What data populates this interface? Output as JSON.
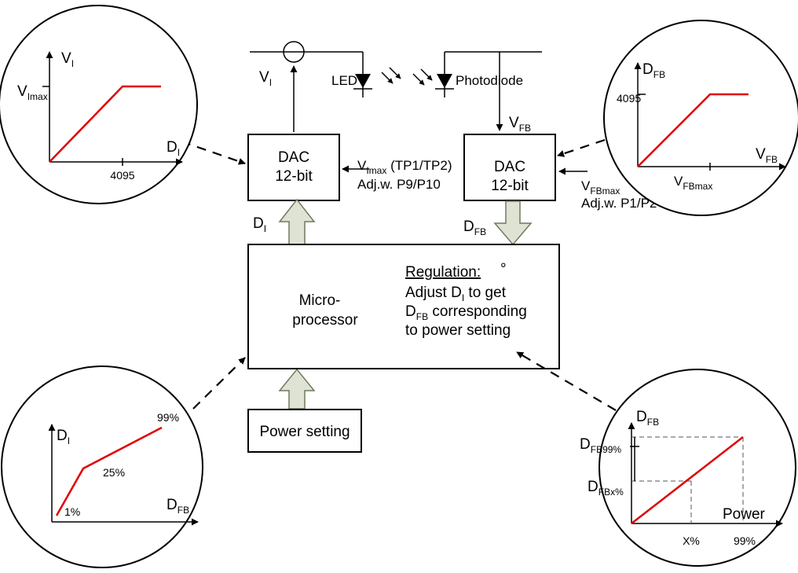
{
  "dac_left": {
    "line1": "DAC",
    "line2": "12-bit"
  },
  "dac_right": {
    "line1": "DAC",
    "line2": "12-bit"
  },
  "microprocessor": {
    "line1": "Micro-",
    "line2": "processor"
  },
  "regulation": {
    "heading": "Regulation:",
    "marker": "°",
    "line1_a": "Adjust D",
    "line1_sub": "I",
    "line1_b": " to get",
    "line2_a": "D",
    "line2_sub": "FB",
    "line2_b": " corresponding",
    "line3": "to power setting"
  },
  "power_setting": "Power setting",
  "led_label": "LED",
  "photodiode_label": "Photodiode",
  "vi_label": {
    "main": "V",
    "sub": "I"
  },
  "vfb_label": {
    "main": "V",
    "sub": "FB"
  },
  "vimax_note": {
    "main": "V",
    "sub": "Imax",
    "rest": " (TP1/TP2)",
    "line2": "Adj.w. P9/P10"
  },
  "vfbmax_note": {
    "main": "V",
    "sub": "FBmax",
    "line2": "Adj.w. P1/P2"
  },
  "di_arrow_label": {
    "main": "D",
    "sub": "I"
  },
  "dfb_arrow_label": {
    "main": "D",
    "sub": "FB"
  },
  "graph_top_left": {
    "y_axis": {
      "main": "V",
      "sub": "I"
    },
    "x_axis": {
      "main": "D",
      "sub": "I"
    },
    "y_mark": {
      "main": "V",
      "sub": "Imax"
    },
    "x_tick": "4095"
  },
  "graph_top_right": {
    "y_axis": {
      "main": "D",
      "sub": "FB"
    },
    "x_axis": {
      "main": "V",
      "sub": "FB"
    },
    "y_tick": "4095",
    "x_mark": {
      "main": "V",
      "sub": "FBmax"
    }
  },
  "graph_bottom_left": {
    "y_axis": {
      "main": "D",
      "sub": "I"
    },
    "x_axis": {
      "main": "D",
      "sub": "FB"
    },
    "pt1": "1%",
    "pt2": "25%",
    "pt3": "99%"
  },
  "graph_bottom_right": {
    "y_axis": {
      "main": "D",
      "sub": "FB"
    },
    "x_axis": "Power",
    "y_mark_hi": {
      "main": "D",
      "sub": "FB99%"
    },
    "y_mark_lo": {
      "main": "D",
      "sub": "FBx%"
    },
    "x_tick_a": "X%",
    "x_tick_b": "99%"
  }
}
